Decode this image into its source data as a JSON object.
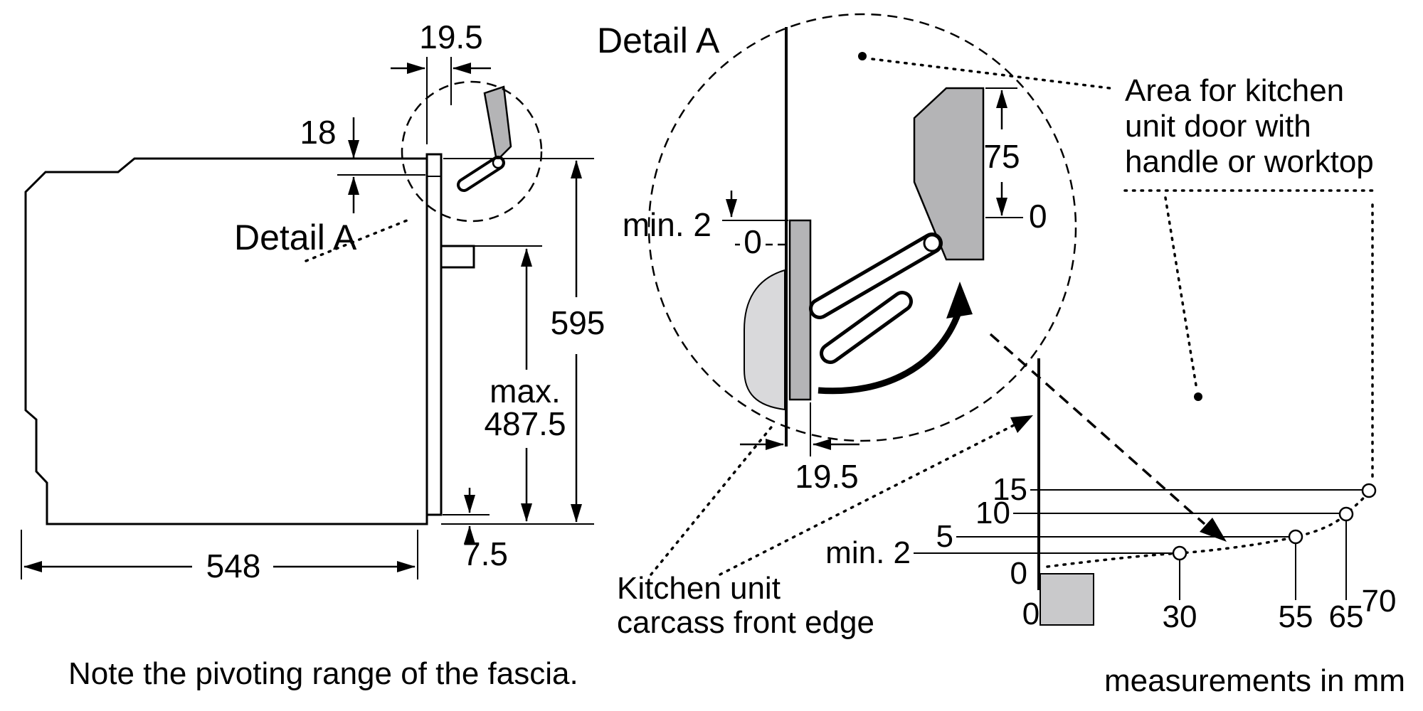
{
  "left_view": {
    "dim_front_gap": "19.5",
    "dim_top_offset": "18",
    "detail_label": "Detail A",
    "dim_height": "595",
    "dim_max_prefix": "max.",
    "dim_max_value": "487.5",
    "dim_bottom_gap": "7.5",
    "dim_depth": "548"
  },
  "detail_view": {
    "title": "Detail A",
    "dim_min_gap": "min. 2",
    "dim_zero_door": "0",
    "dim_panel_pivot": "75",
    "dim_zero_panel": "0",
    "dim_front_gap": "19.5"
  },
  "clearance_graph": {
    "y_labels": [
      "15",
      "10",
      "5",
      "min. 2",
      "0"
    ],
    "x_labels": [
      "0",
      "30",
      "55",
      "65",
      "70"
    ]
  },
  "annotations": {
    "area_note_line1": "Area for kitchen",
    "area_note_line2": "unit door with",
    "area_note_line3": "handle or worktop",
    "carcass_note_line1": "Kitchen unit",
    "carcass_note_line2": "carcass front edge",
    "units_note": "measurements in mm",
    "pivot_note": "Note the pivoting range of the fascia."
  },
  "colors": {
    "line": "#000000",
    "panel_gray": "#b4b4b6",
    "light_gray": "#d9d9db",
    "background": "#ffffff"
  }
}
